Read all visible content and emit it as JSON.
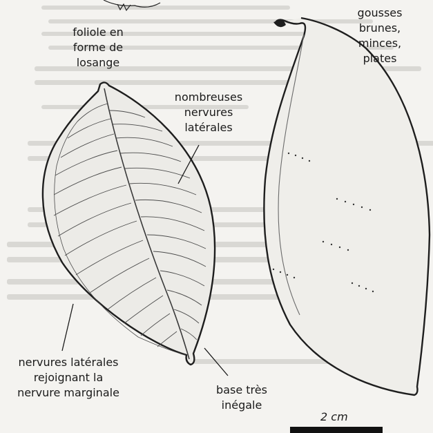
{
  "labels": {
    "foliole": [
      "foliole en",
      "forme de",
      "losange"
    ],
    "nervures": [
      "nombreuses",
      "nervures",
      "latérales"
    ],
    "gousses": [
      "gousses",
      "brunes,",
      "minces,",
      "plates"
    ],
    "laterales": [
      "nervures latérales",
      "rejoignant la",
      "nervure marginale"
    ],
    "base": [
      "base très",
      "inégale"
    ]
  },
  "scale": {
    "label": "2 cm"
  }
}
